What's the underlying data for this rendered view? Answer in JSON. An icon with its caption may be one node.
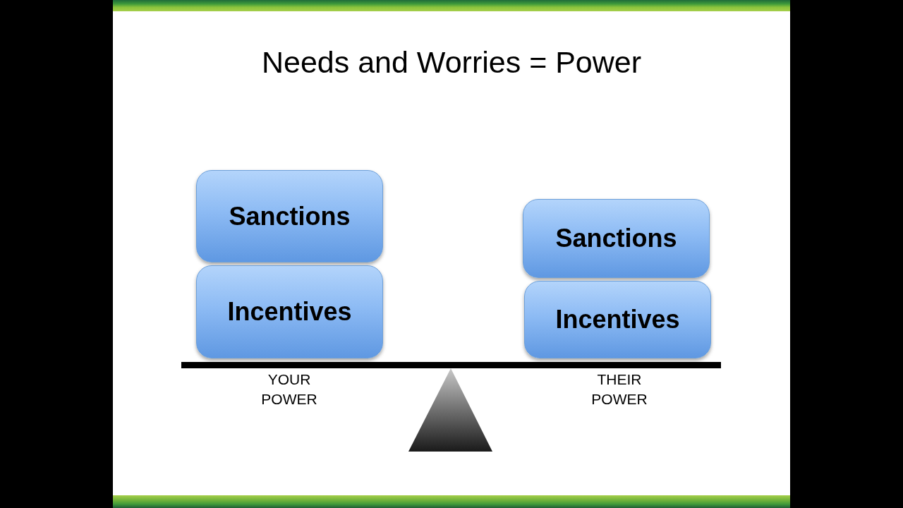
{
  "diagram": {
    "title": "Needs and Worries = Power",
    "nodes": [
      {
        "text": [
          "Sanctions"
        ]
      },
      {
        "text": [
          "Incentives"
        ]
      },
      {
        "text": [
          "Sanctions"
        ]
      },
      {
        "text": [
          "Incentives"
        ]
      }
    ],
    "labels": [
      "YOUR POWER",
      "THEIR POWER"
    ]
  }
}
